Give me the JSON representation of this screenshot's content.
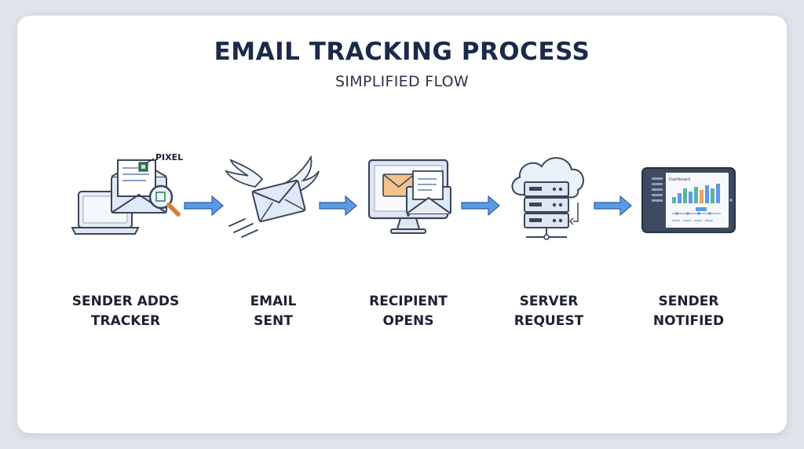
{
  "header": {
    "title": "EMAIL TRACKING PROCESS",
    "subtitle": "SIMPLIFIED FLOW"
  },
  "steps": [
    {
      "line1": "SENDER ADDS",
      "line2": "TRACKER",
      "icon": "laptop-envelope-magnifier-icon"
    },
    {
      "line1": "EMAIL",
      "line2": "SENT",
      "icon": "winged-envelope-icon"
    },
    {
      "line1": "RECIPIENT",
      "line2": "OPENS",
      "icon": "monitor-envelope-icon"
    },
    {
      "line1": "SERVER",
      "line2": "REQUEST",
      "icon": "cloud-server-icon"
    },
    {
      "line1": "SENDER",
      "line2": "NOTIFIED",
      "icon": "tablet-dashboard-icon"
    }
  ],
  "annotations": {
    "pixel_label": "PIXEL",
    "dashboard_label": "Dashboard"
  },
  "colors": {
    "title": "#1b2a4a",
    "arrow": "#4a8fe0",
    "outline": "#3a4558",
    "envelope_fill": "#dfe9f7",
    "accent_orange": "#f3c38e"
  }
}
